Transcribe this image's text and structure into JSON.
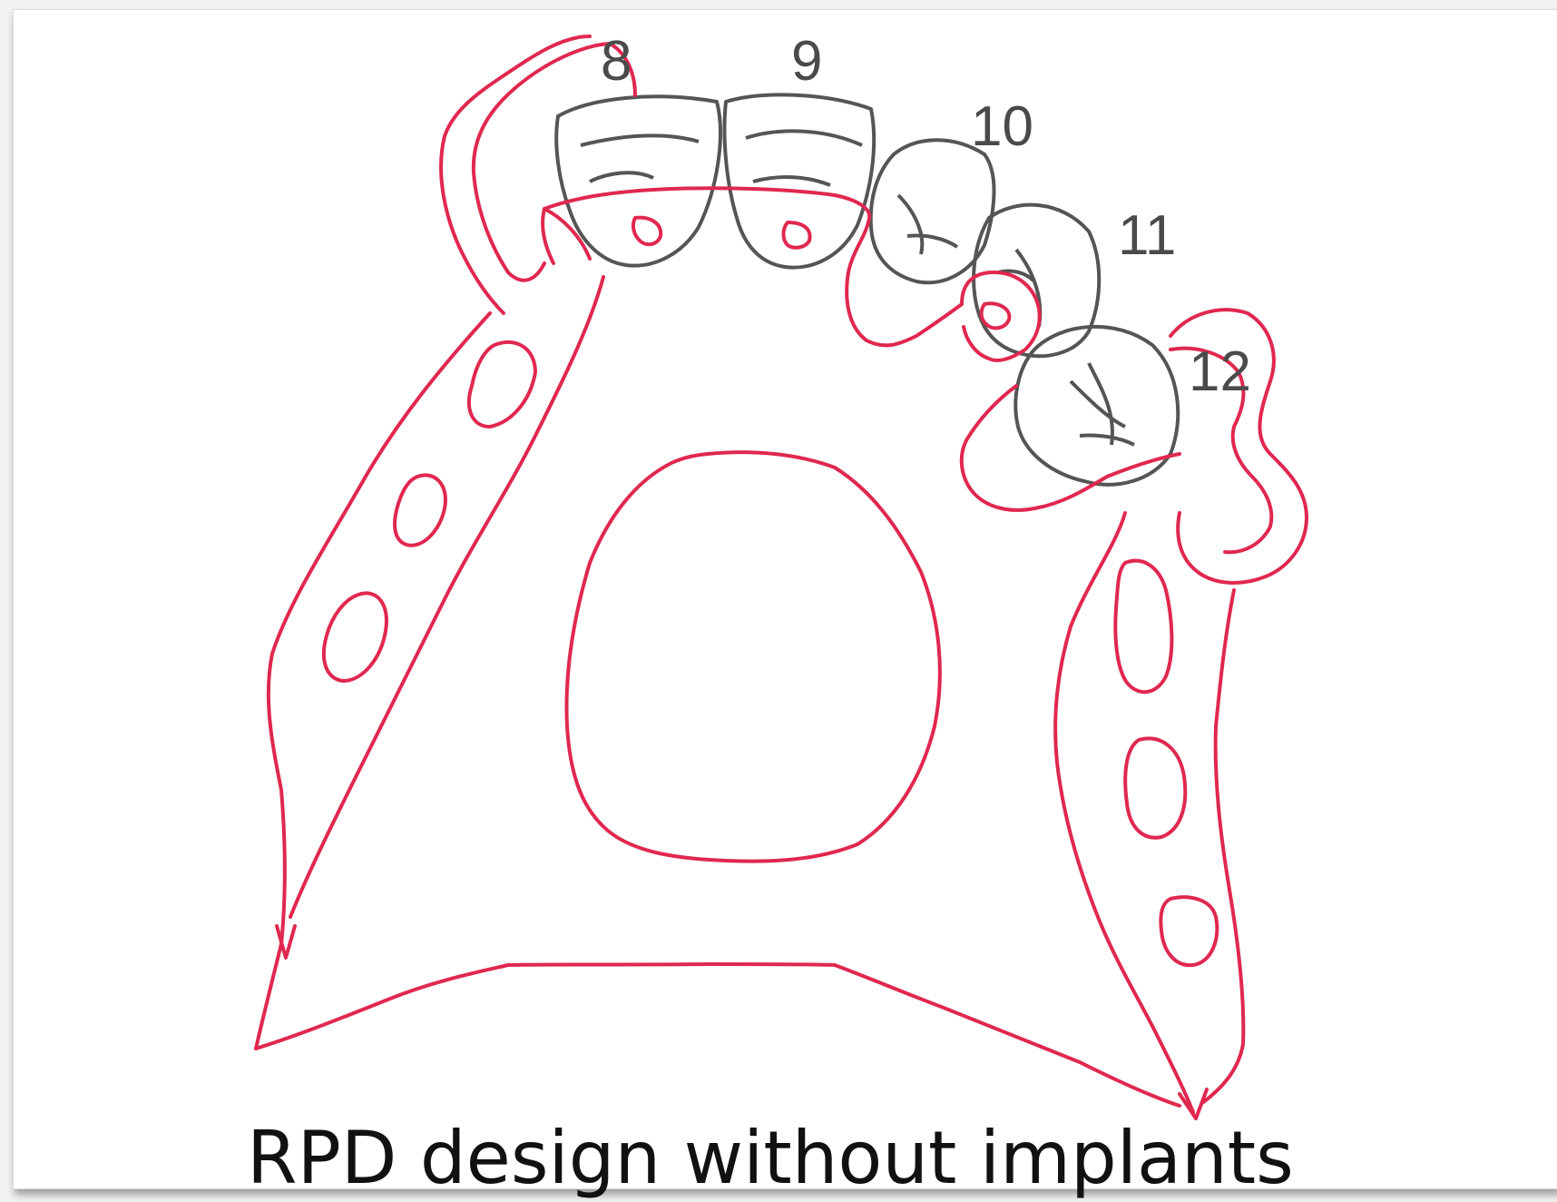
{
  "diagram": {
    "teeth": [
      {
        "number": "8"
      },
      {
        "number": "9"
      },
      {
        "number": "10"
      },
      {
        "number": "11"
      },
      {
        "number": "12"
      }
    ],
    "caption": "RPD design without implants",
    "colors": {
      "framework_outline": "#e0284f",
      "tooth_outline": "#555555",
      "tooth_label": "#4a4a4a",
      "caption": "#111111"
    }
  }
}
